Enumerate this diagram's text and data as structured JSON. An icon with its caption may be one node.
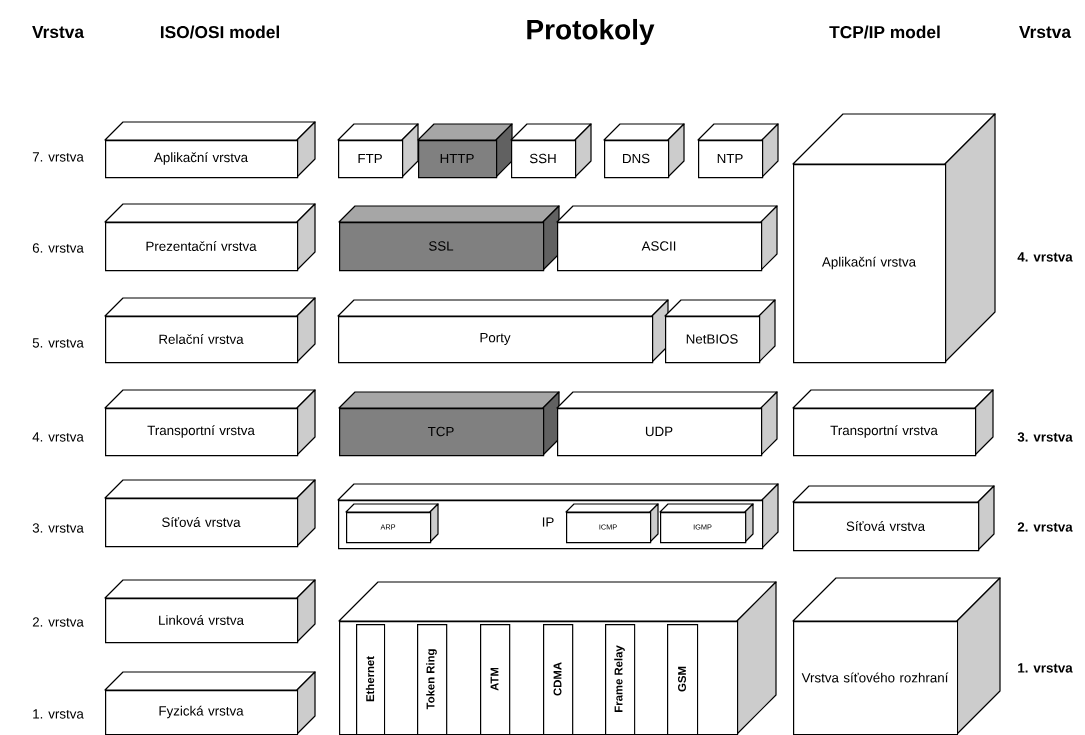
{
  "diagram": {
    "title": "Protokoly",
    "nodes": [
      {
        "text": [
          "Aplikační vrstva"
        ]
      },
      {
        "text": [
          "FTP"
        ]
      },
      {
        "text": [
          "HTTP"
        ]
      },
      {
        "text": [
          "SSH"
        ]
      },
      {
        "text": [
          "DNS"
        ]
      },
      {
        "text": [
          "NTP"
        ]
      },
      {
        "text": [
          "Aplikační vrstva"
        ]
      },
      {
        "text": [
          "Prezentační vrstva"
        ]
      },
      {
        "text": [
          "SSL"
        ]
      },
      {
        "text": [
          "ASCII"
        ]
      },
      {
        "text": [
          "Relační vrstva"
        ]
      },
      {
        "text": [
          "Porty"
        ]
      },
      {
        "text": [
          "NetBIOS"
        ]
      },
      {
        "text": [
          "Transportní vrstva"
        ]
      },
      {
        "text": [
          "TCP"
        ]
      },
      {
        "text": [
          "UDP"
        ]
      },
      {
        "text": [
          "Transportní vrstva"
        ]
      },
      {
        "text": [
          "Síťová vrstva"
        ]
      },
      {
        "text": [
          "IP"
        ]
      },
      {
        "text": [
          "ARP"
        ],
        "in": 18
      },
      {
        "text": [
          "ICMP"
        ],
        "in": 18
      },
      {
        "text": [
          "IGMP"
        ],
        "in": 18
      },
      {
        "text": [
          "Síťová vrstva"
        ]
      },
      {
        "text": [
          "Linková vrstva"
        ]
      },
      {
        "text": [],
        "shape": "box"
      },
      {
        "text": [
          "Ethernet"
        ],
        "in": 24
      },
      {
        "text": [
          "Token Ring"
        ],
        "in": 24
      },
      {
        "text": [
          "ATM"
        ],
        "in": 24
      },
      {
        "text": [
          "CDMA"
        ],
        "in": 24
      },
      {
        "text": [
          "Frame Relay"
        ],
        "in": 24
      },
      {
        "text": [
          "GSM"
        ],
        "in": 24
      },
      {
        "text": [
          "Vrstva síťového rozhraní"
        ]
      },
      {
        "text": [
          "Fyzická vrstva"
        ]
      }
    ],
    "labels": [
      "Vrstva",
      "ISO/OSI model",
      "TCP/IP model",
      "Vrstva",
      "7. vrstva",
      "6. vrstva",
      "4. vrstva",
      "5. vrstva",
      "4. vrstva",
      "3. vrstva",
      "3. vrstva",
      "2. vrstva",
      "2. vrstva",
      "1. vrstva",
      "1. vrstva"
    ]
  }
}
